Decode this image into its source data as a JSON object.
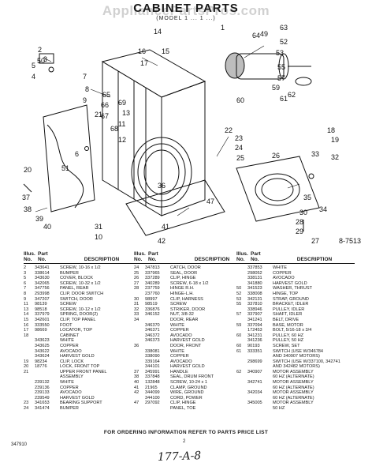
{
  "watermark": "AppliancePartsPros.com",
  "title": "CABINET PARTS",
  "subtitle": "(MODEL 1 ... 1 ...)",
  "callouts": [
    "1",
    "2",
    "3",
    "4",
    "5",
    "6",
    "7",
    "8",
    "9",
    "10",
    "11",
    "12",
    "13",
    "14",
    "15",
    "16",
    "17",
    "18",
    "19",
    "20",
    "21",
    "22",
    "23",
    "24",
    "25",
    "26",
    "27",
    "28",
    "29",
    "30",
    "31",
    "32",
    "33",
    "34",
    "35",
    "36",
    "37",
    "38",
    "39",
    "40",
    "41",
    "42",
    "47",
    "49",
    "50",
    "51",
    "52",
    "53",
    "55",
    "57",
    "59",
    "60",
    "61",
    "62",
    "63",
    "64",
    "65",
    "66",
    "67",
    "68",
    "69"
  ],
  "diagram_ref": "8-7513",
  "table_header": {
    "illus": "Illus.",
    "part": "Part",
    "no": "No.",
    "no2": "No.",
    "description": "DESCRIPTION"
  },
  "columns": [
    [
      {
        "no": "2",
        "part": "343641",
        "desc": "SCREW, 10-16 x 1/2"
      },
      {
        "no": "3",
        "part": "338614",
        "desc": "BUMPER"
      },
      {
        "no": "5",
        "part": "343630",
        "desc": "COVER, BLOCK"
      },
      {
        "no": "6",
        "part": "342065",
        "desc": "SCREW, 10-32 x 1/2"
      },
      {
        "no": "7",
        "part": "347756",
        "desc": "PANEL, REAR"
      },
      {
        "no": "8",
        "part": "293998",
        "desc": "CLIP, DOOR SWITCH"
      },
      {
        "no": "9",
        "part": "347207",
        "desc": "SWITCH, DOOR"
      },
      {
        "no": "11",
        "part": "98139",
        "desc": "SCREW"
      },
      {
        "no": "13",
        "part": "98518",
        "desc": "SCREW, 10-12 x 1/2"
      },
      {
        "no": "14",
        "part": "337979",
        "desc": "SPRING, DOOR(2)"
      },
      {
        "no": "15",
        "part": "342601",
        "desc": "CLIP, TOP PANEL"
      },
      {
        "no": "16",
        "part": "333550",
        "desc": "FOOT"
      },
      {
        "no": "17",
        "part": "98669",
        "desc": "LOCATOR, TOP"
      },
      {
        "no": "18",
        "part": "",
        "desc": "CABINET"
      },
      {
        "no": "",
        "part": "343623",
        "desc": "WHITE"
      },
      {
        "no": "",
        "part": "343625",
        "desc": "COPPER"
      },
      {
        "no": "",
        "part": "343622",
        "desc": "AVOCADO"
      },
      {
        "no": "",
        "part": "343624",
        "desc": "HARVEST GOLD"
      },
      {
        "no": "19",
        "part": "98234",
        "desc": "CLIP, LOCK"
      },
      {
        "no": "20",
        "part": "18776",
        "desc": "LOCK, FRONT TOP"
      },
      {
        "no": "21",
        "part": "",
        "desc": "UPPER FRONT PANEL"
      },
      {
        "no": "",
        "part": "",
        "desc": "ASSEMBLY"
      },
      {
        "no": "",
        "part": "239132",
        "desc": "WHITE"
      },
      {
        "no": "",
        "part": "239136",
        "desc": "COPPER"
      },
      {
        "no": "",
        "part": "239133",
        "desc": "AVOCADO"
      },
      {
        "no": "",
        "part": "239549",
        "desc": "HARVEST GOLD"
      },
      {
        "no": "23",
        "part": "341653",
        "desc": "BEARING SUPPORT"
      },
      {
        "no": "24",
        "part": "341474",
        "desc": "BUMPER"
      }
    ],
    [
      {
        "no": "24",
        "part": "347813",
        "desc": "CATCH, DOOR"
      },
      {
        "no": "25",
        "part": "337965",
        "desc": "SEAL, DOOR"
      },
      {
        "no": "26",
        "part": "337289",
        "desc": "CLIP, HINGE"
      },
      {
        "no": "27",
        "part": "340289",
        "desc": "SCREW, 6-18 x 1/2"
      },
      {
        "no": "28",
        "part": "237759",
        "desc": "HINGE R.H."
      },
      {
        "no": "",
        "part": "237760",
        "desc": "HINGE-L.H."
      },
      {
        "no": "30",
        "part": "98997",
        "desc": "CLIP, HARNESS"
      },
      {
        "no": "31",
        "part": "98519",
        "desc": "SCREW"
      },
      {
        "no": "32",
        "part": "336876",
        "desc": "STRIKER, DOOR"
      },
      {
        "no": "33",
        "part": "346152",
        "desc": "NUT, 3/8-32"
      },
      {
        "no": "34",
        "part": "",
        "desc": "DOOR, REAR"
      },
      {
        "no": "",
        "part": "346370",
        "desc": "WHITE"
      },
      {
        "no": "",
        "part": "346371",
        "desc": "COPPER"
      },
      {
        "no": "",
        "part": "346372",
        "desc": "AVOCADO"
      },
      {
        "no": "",
        "part": "346373",
        "desc": "HARVEST GOLD"
      },
      {
        "no": "36",
        "part": "",
        "desc": "DOOR, FRONT"
      },
      {
        "no": "",
        "part": "338081",
        "desc": "WHITE"
      },
      {
        "no": "",
        "part": "338090",
        "desc": "COPPER"
      },
      {
        "no": "",
        "part": "339164",
        "desc": "AVOCADO"
      },
      {
        "no": "",
        "part": "344101",
        "desc": "HARVEST GOLD"
      },
      {
        "no": "37",
        "part": "345991",
        "desc": "HANDLE"
      },
      {
        "no": "38",
        "part": "337848",
        "desc": "SEAL, DRUM FRONT"
      },
      {
        "no": "40",
        "part": "132848",
        "desc": "SCREW, 10-24 x 1"
      },
      {
        "no": "41",
        "part": "21965",
        "desc": "CLAMP, GROUND"
      },
      {
        "no": "42",
        "part": "344099",
        "desc": "WIRE, GROUND"
      },
      {
        "no": "",
        "part": "344100",
        "desc": "CORD, POWER"
      },
      {
        "no": "47",
        "part": "297092",
        "desc": "CLIP, HINGE"
      },
      {
        "no": "",
        "part": "",
        "desc": "PANEL, TOE"
      }
    ],
    [
      {
        "no": "",
        "part": "337853",
        "desc": "WHITE"
      },
      {
        "no": "",
        "part": "298052",
        "desc": "COPPER"
      },
      {
        "no": "",
        "part": "338131",
        "desc": "AVOCADO"
      },
      {
        "no": "",
        "part": "341880",
        "desc": "HARVEST GOLD"
      },
      {
        "no": "50",
        "part": "341523",
        "desc": "WASHER, THRUST"
      },
      {
        "no": "52",
        "part": "338008",
        "desc": "HINGE, TOP"
      },
      {
        "no": "53",
        "part": "342131",
        "desc": "STRAP, GROUND"
      },
      {
        "no": "55",
        "part": "337810",
        "desc": "BRACKET, IDLER"
      },
      {
        "no": "",
        "part": "338946",
        "desc": "PULLEY, IDLER"
      },
      {
        "no": "57",
        "part": "337907",
        "desc": "SHAFT, IDLER"
      },
      {
        "no": "",
        "part": "341241",
        "desc": "BELT, DRIVE"
      },
      {
        "no": "59",
        "part": "337094",
        "desc": "BASE, MOTOR"
      },
      {
        "no": "",
        "part": "172453",
        "desc": "BOLT, 5/16-18 x 3/4"
      },
      {
        "no": "60",
        "part": "341231",
        "desc": "PULLEY, 60 HZ"
      },
      {
        "no": "",
        "part": "341236",
        "desc": "PULLEY, 50 HZ"
      },
      {
        "no": "60",
        "part": "90193",
        "desc": "SCREW, SET"
      },
      {
        "no": "61",
        "part": "333351",
        "desc": "SWITCH (USE W/346784"
      },
      {
        "no": "",
        "part": "",
        "desc": "AND 340907 MOTORS)"
      },
      {
        "no": "",
        "part": "298699",
        "desc": "SWITCH (USE W/337100, 342741"
      },
      {
        "no": "",
        "part": "",
        "desc": "AND 342482 MOTORS)"
      },
      {
        "no": "62",
        "part": "340907",
        "desc": "MOTOR ASSEMBLY"
      },
      {
        "no": "",
        "part": "",
        "desc": "60 HZ (ALTERNATE)"
      },
      {
        "no": "",
        "part": "342741",
        "desc": "MOTOR ASSEMBLY"
      },
      {
        "no": "",
        "part": "",
        "desc": "60 HZ (ALTERNATE)"
      },
      {
        "no": "",
        "part": "342034",
        "desc": "MOTOR ASSEMBLY"
      },
      {
        "no": "",
        "part": "",
        "desc": "60 HZ (ALTERNATE)"
      },
      {
        "no": "",
        "part": "345005",
        "desc": "MOTOR ASSEMBLY"
      },
      {
        "no": "",
        "part": "",
        "desc": "50 HZ"
      }
    ]
  ],
  "footer": "FOR ORDERING INFORMATION REFER TO PARTS PRICE LIST",
  "doc_code": "347910",
  "page_number": "2",
  "handwritten": "177-A-8"
}
